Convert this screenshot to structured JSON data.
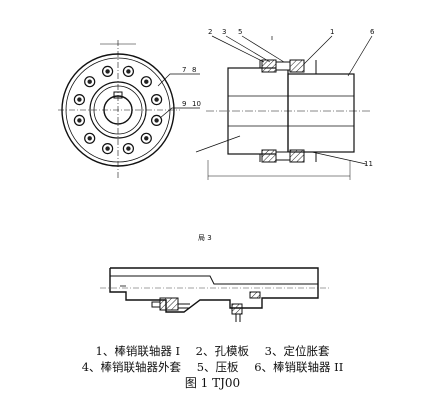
{
  "callouts": {
    "end_view": [
      "7",
      "8",
      "9",
      "10"
    ],
    "section_view": [
      "2",
      "3",
      "5",
      "1",
      "6",
      "11"
    ],
    "detail_marker": "局 3"
  },
  "legend": {
    "row1": [
      "1、棒销联轴器 I",
      "2、孔模板",
      "3、定位胀套"
    ],
    "row2": [
      "4、棒销联轴器外套",
      "5、压板",
      "6、棒销联轴器 II"
    ]
  },
  "caption": "图 1 TJ00"
}
